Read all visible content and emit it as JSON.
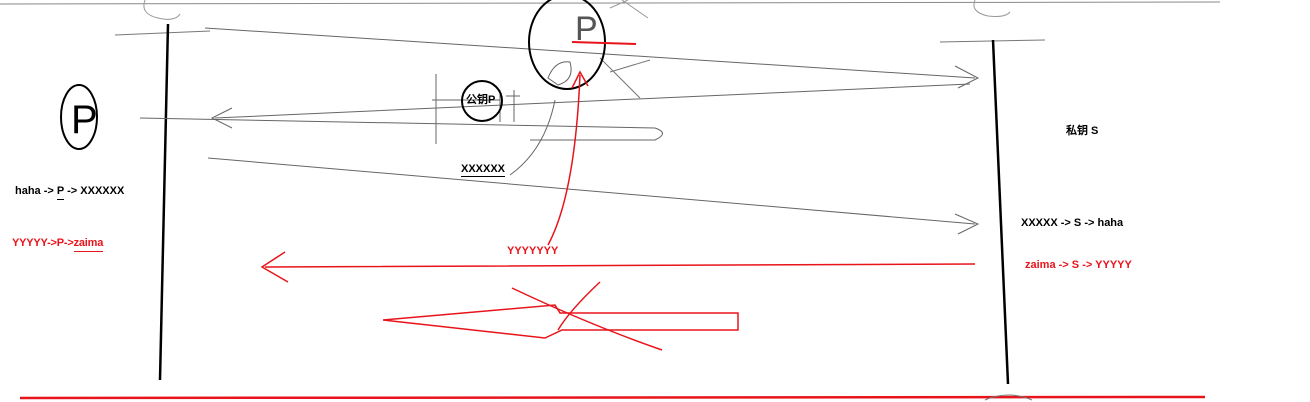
{
  "colors": {
    "ink": "#000000",
    "red": "#e8141b"
  },
  "left": {
    "circle_letter": "P",
    "encrypt_seq": [
      "haha",
      "->",
      "P",
      "->",
      "XXXXXX"
    ],
    "decrypt_seq": [
      "YYYYY",
      "->",
      "P",
      "->",
      "zaima"
    ]
  },
  "center": {
    "public_key_label": "公钥P",
    "ciphertext_label": "XXXXXX",
    "red_ciphertext_label": "YYYYYYY",
    "top_circle_letter": "P"
  },
  "right": {
    "private_key_label": "私钥 S",
    "decrypt_seq": [
      "XXXXX",
      "->",
      "S",
      "->",
      "haha"
    ],
    "encrypt_seq": [
      "zaima",
      "->",
      "S",
      "->",
      "YYYYY"
    ]
  }
}
